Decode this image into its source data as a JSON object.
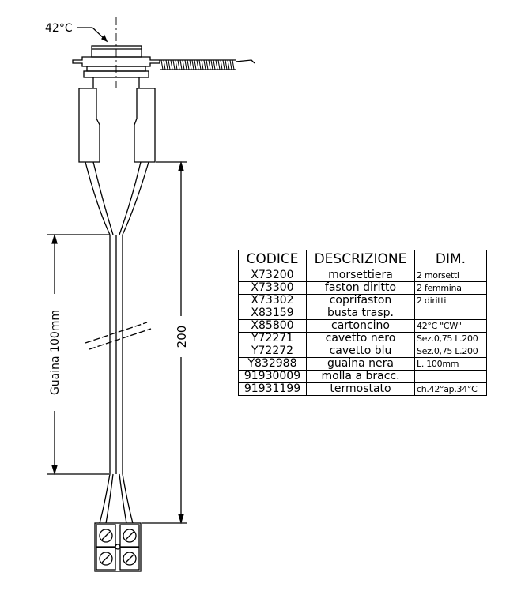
{
  "drawing": {
    "temperature_label": "42°C",
    "sheath_label": "Guaina 100mm",
    "length_label": "200"
  },
  "table": {
    "headers": {
      "code": "CODICE",
      "description": "DESCRIZIONE",
      "dim": "DIM."
    },
    "rows": [
      {
        "code": "X73200",
        "description": "morsettiera",
        "dim": "2 morsetti"
      },
      {
        "code": "X73300",
        "description": "faston diritto",
        "dim": "2 femmina"
      },
      {
        "code": "X73302",
        "description": "coprifaston",
        "dim": "2 diritti"
      },
      {
        "code": "X83159",
        "description": "busta trasp.",
        "dim": ""
      },
      {
        "code": "X85800",
        "description": "cartoncino",
        "dim": "42°C \"CW\""
      },
      {
        "code": "Y72271",
        "description": "cavetto nero",
        "dim": "Sez.0,75 L.200"
      },
      {
        "code": "Y72272",
        "description": "cavetto blu",
        "dim": "Sez.0,75 L.200"
      },
      {
        "code": "Y832988",
        "description": "guaina nera",
        "dim": "L. 100mm"
      },
      {
        "code": "91930009",
        "description": "molla a bracc.",
        "dim": ""
      },
      {
        "code": "91931199",
        "description": "termostato",
        "dim": "ch.42°ap.34°C"
      }
    ]
  }
}
